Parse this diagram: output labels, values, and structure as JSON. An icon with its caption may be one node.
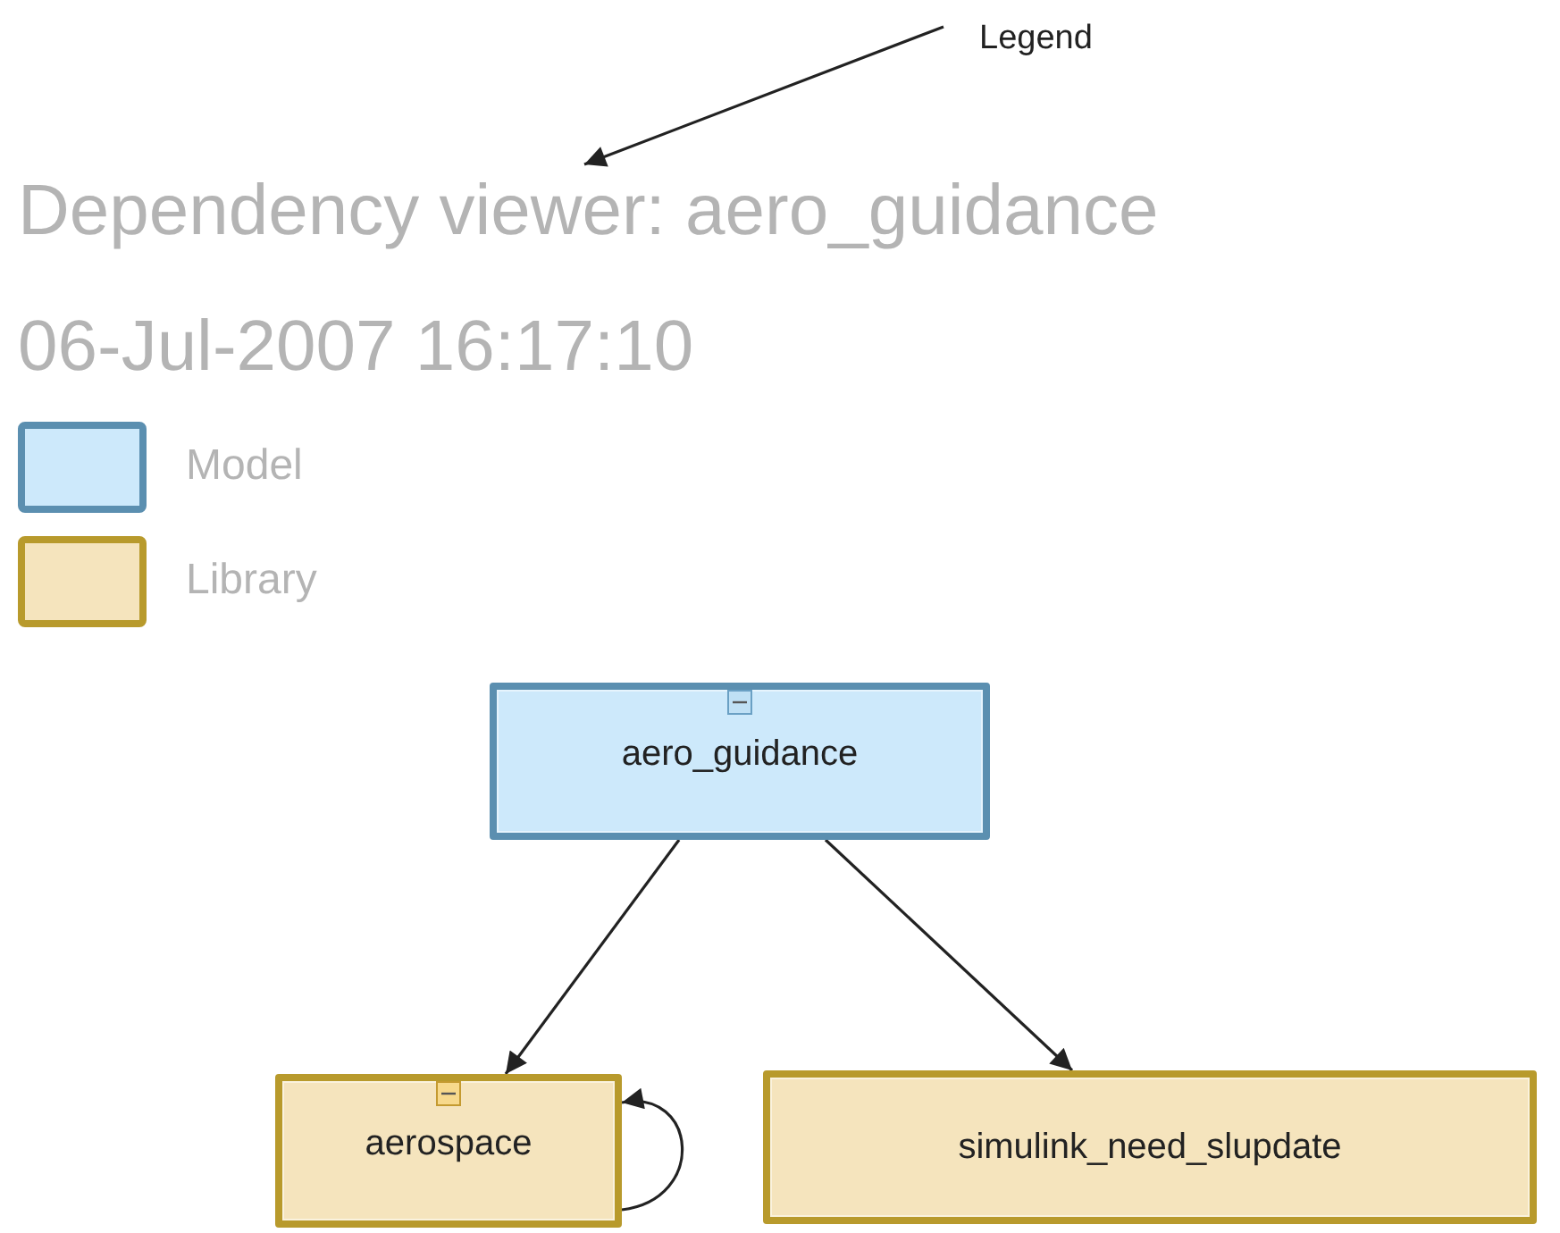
{
  "diagram": {
    "title": "Dependency viewer: aero_guidance",
    "nodes": [
      {
        "text": [
          "Legend"
        ]
      },
      {
        "text": [
          "aero_guidance"
        ]
      },
      {
        "text": [
          "aerospace"
        ]
      },
      {
        "text": [
          "simulink_need_slupdate"
        ]
      }
    ],
    "edges": [
      {
        "from": 0,
        "to": null,
        "arrow": "to"
      },
      {
        "from": 1,
        "to": 2,
        "arrow": "to"
      },
      {
        "from": 1,
        "to": 3,
        "arrow": "to"
      },
      {
        "from": 2,
        "to": 2,
        "arrow": "to"
      }
    ],
    "labels": [
      "06-Jul-2007 16:17:10"
    ],
    "legend": [
      {
        "text": "Model",
        "color": "#cde9fb"
      },
      {
        "text": "Library",
        "color": "#f5e4bd"
      }
    ]
  }
}
